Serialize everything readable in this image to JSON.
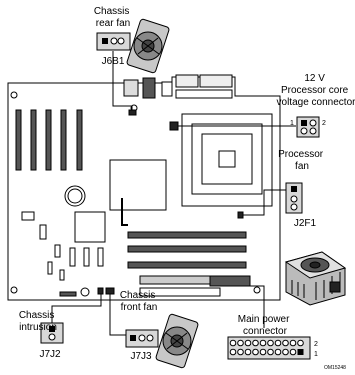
{
  "labels": {
    "chassis_rear_fan": [
      "Chassis",
      "rear fan"
    ],
    "j6b1": "J6B1",
    "cpu_voltage": [
      "12 V",
      "Processor core",
      "voltage connector"
    ],
    "pin_1": "1",
    "pin_2": "2",
    "processor_fan": [
      "Processor",
      "fan"
    ],
    "j2f1": "J2F1",
    "chassis_intrusion": [
      "Chassis",
      "intrusion"
    ],
    "j7j2": "J7J2",
    "chassis_front_fan": [
      "Chassis",
      "front fan"
    ],
    "j7j3": "J7J3",
    "main_power": [
      "Main power",
      "connector"
    ],
    "power_pin_2": "2",
    "power_pin_1": "1",
    "figure_id": "OM15248"
  }
}
